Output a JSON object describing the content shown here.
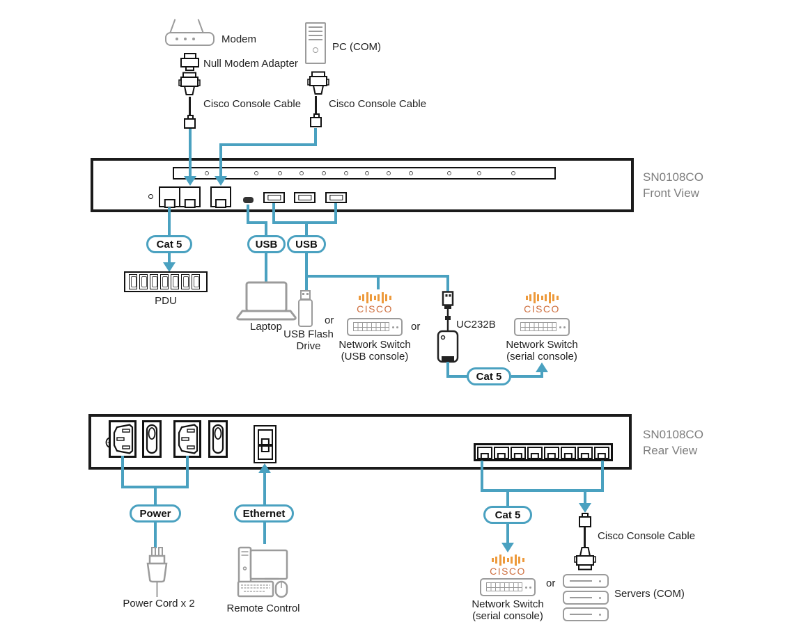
{
  "colors": {
    "connection_blue": "#4AA1C0",
    "cisco_orange_bars": "#ED9A3C",
    "cisco_orange_text": "#CE6F3F",
    "device_black": "#1b1b1b",
    "peripheral_gray": "#9b9b9b",
    "title_gray": "#7d7d7d"
  },
  "icons": {
    "modem": "modem-icon",
    "pc_tower": "pc-tower-icon",
    "db9": "db9-connector-icon",
    "rj45_plug": "rj45-plug-icon",
    "laptop": "laptop-icon",
    "usb_flash_drive": "usb-flash-drive-icon",
    "network_switch": "network-switch-icon",
    "uc232b_adapter": "usb-serial-adapter-icon",
    "pdu": "pdu-power-strip-icon",
    "power_plug": "power-plug-icon",
    "remote_pc": "remote-control-pc-icon",
    "servers": "server-stack-icon"
  },
  "top": {
    "modem": "Modem",
    "null_modem": "Null Modem Adapter",
    "cisco_cable_1": "Cisco Console Cable",
    "pc": "PC (COM)",
    "cisco_cable_2": "Cisco Console Cable"
  },
  "front_device": {
    "title1": "SN0108CO",
    "title2": "Front View"
  },
  "front": {
    "cat5": "Cat 5",
    "usb1": "USB",
    "usb2": "USB",
    "pdu": "PDU",
    "laptop": "Laptop",
    "flash1": "USB Flash",
    "flash2": "Drive",
    "or1": "or",
    "or2": "or",
    "cisco1": "CISCO",
    "switch_usb1": "Network Switch",
    "switch_usb2": "(USB console)",
    "uc232b": "UC232B",
    "cat5b": "Cat 5",
    "cisco2": "CISCO",
    "switch_serial1": "Network Switch",
    "switch_serial2": "(serial console)"
  },
  "rear_device": {
    "title1": "SN0108CO",
    "title2": "Rear View"
  },
  "rear": {
    "power": "Power",
    "ethernet": "Ethernet",
    "cat5": "Cat 5",
    "power_cord": "Power Cord x 2",
    "remote": "Remote Control",
    "cisco": "CISCO",
    "switch_serial1": "Network Switch",
    "switch_serial2": "(serial console)",
    "or": "or",
    "cisco_cable": "Cisco Console Cable",
    "servers": "Servers (COM)"
  }
}
